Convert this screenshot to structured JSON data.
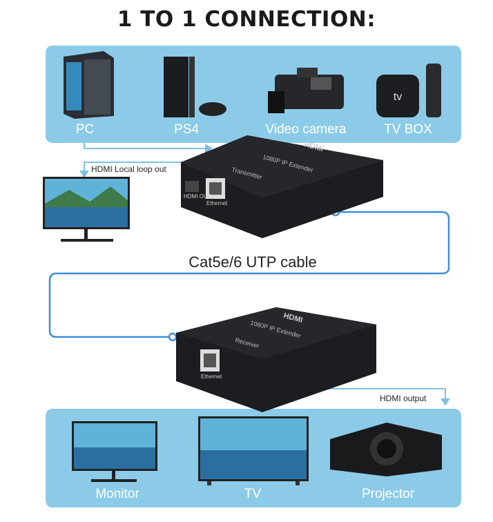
{
  "title": "1 TO 1 CONNECTION:",
  "sources": [
    {
      "label": "PC"
    },
    {
      "label": "PS4"
    },
    {
      "label": "Video camera"
    },
    {
      "label": "TV BOX"
    }
  ],
  "loop_label": "HDMI Local loop out",
  "transmitter": {
    "brand": "HDMI",
    "model": "1080P IP Extender",
    "role": "Transmitter",
    "ports": [
      "HDMI OUT",
      "Ethernet"
    ]
  },
  "cable_label": "Cat5e/6 UTP cable",
  "receiver": {
    "brand": "HDMI",
    "model": "1080P IP Extender",
    "role": "Receiver",
    "ports": [
      "Ethernet"
    ]
  },
  "output_label": "HDMI output",
  "displays": [
    {
      "label": "Monitor"
    },
    {
      "label": "TV"
    },
    {
      "label": "Projector"
    }
  ],
  "tv_box_glyph": "tv",
  "colors": {
    "panel": "#8ccbe8",
    "cable": "#3d8fe0",
    "arrow": "#7ec0e2"
  }
}
